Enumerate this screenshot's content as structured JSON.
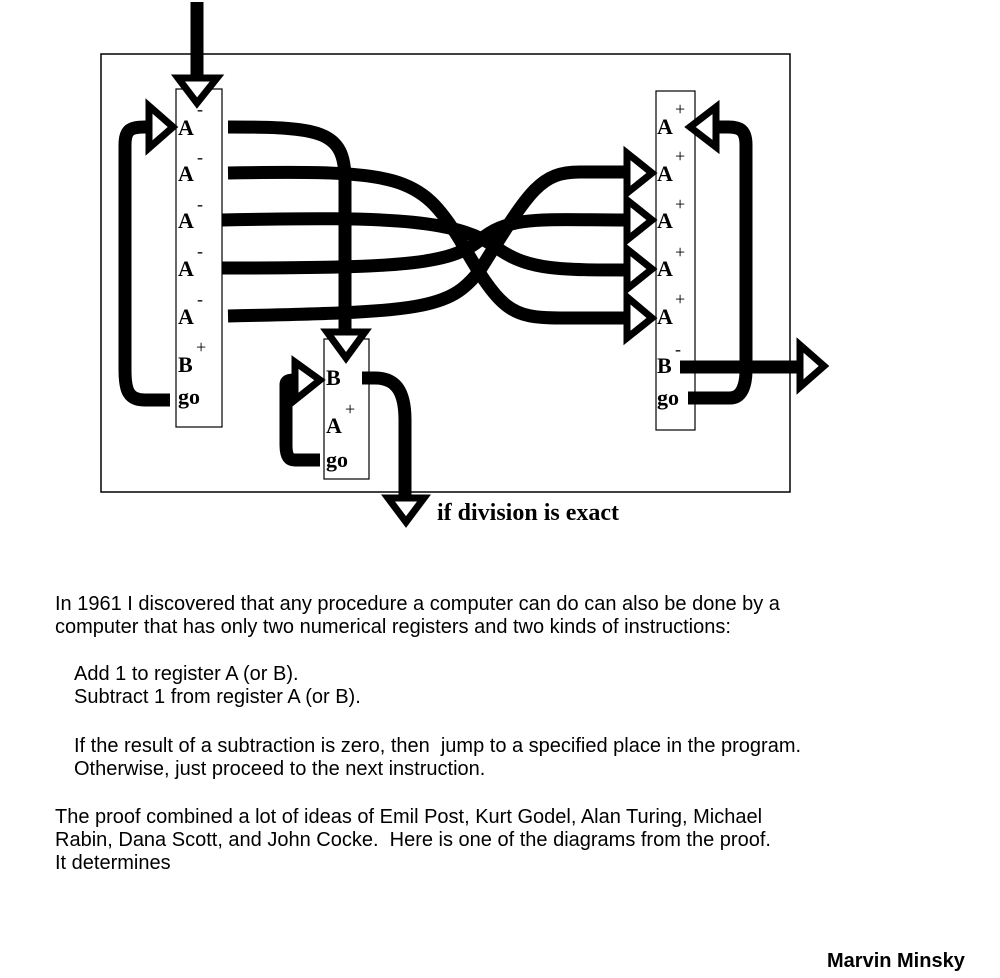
{
  "diagram": {
    "left_box": {
      "rows": [
        "A",
        "A",
        "A",
        "A",
        "A",
        "B",
        "go"
      ],
      "sups": [
        "-",
        "-",
        "-",
        "-",
        "-",
        "+",
        ""
      ]
    },
    "middle_box": {
      "rows": [
        "B",
        "A",
        "go"
      ],
      "sups": [
        "",
        "+",
        ""
      ]
    },
    "right_box": {
      "rows": [
        "A",
        "A",
        "A",
        "A",
        "A",
        "B",
        "go"
      ],
      "sups": [
        "+",
        "+",
        "+",
        "+",
        "+",
        "-",
        ""
      ]
    },
    "exit_caption": "if division is exact"
  },
  "text": {
    "p1": [
      "In 1961 I discovered that any procedure a computer can do can also be done by a",
      "computer that has only two numerical registers and two kinds of instructions:"
    ],
    "p2": [
      "Add 1 to register A (or B).",
      "Subtract 1 from register A (or B)."
    ],
    "p3": [
      "If the result of a subtraction is zero, then  jump to a specified place in the program.",
      "Otherwise, just proceed to the next instruction."
    ],
    "p4": [
      "The proof combined a lot of ideas of Emil Post, Kurt Godel, Alan Turing, Michael",
      "Rabin, Dana Scott, and John Cocke.  Here is one of the diagrams from the proof.",
      "It determines"
    ],
    "signature": "Marvin Minsky"
  }
}
